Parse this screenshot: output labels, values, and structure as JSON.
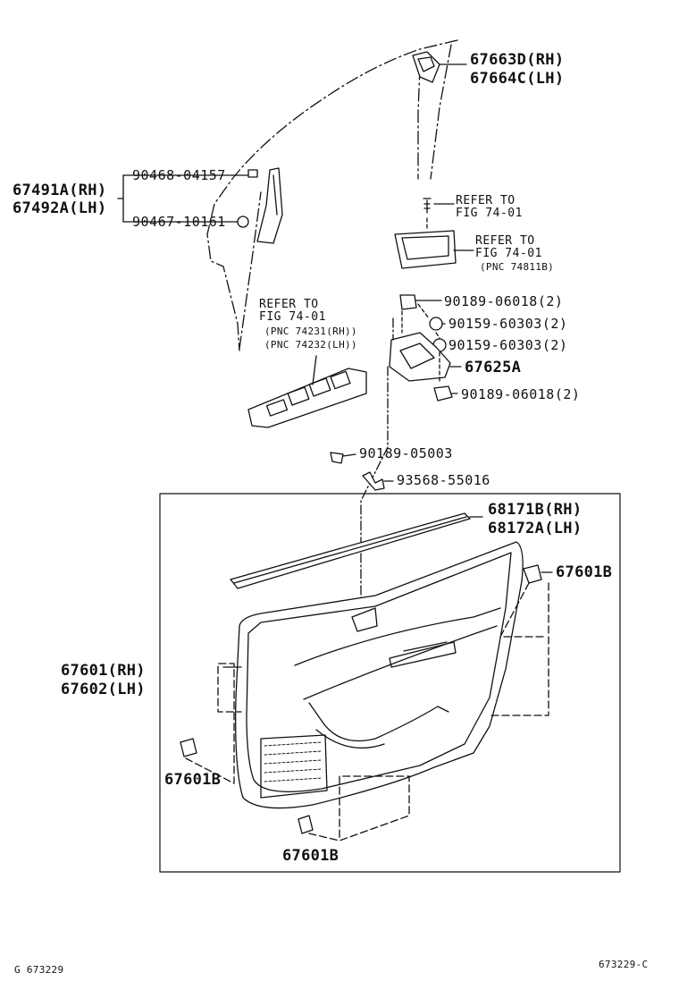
{
  "callouts": {
    "stay_rh": "67663D(RH)",
    "stay_lh": "67664C(LH)",
    "garnish_rh": "67491A(RH)",
    "garnish_lh": "67492A(LH)",
    "screw_top": "90468-04157",
    "clip_bottom": "90467-10161",
    "refer_to_1": "REFER TO",
    "fig_1": "FIG 74-01",
    "refer_to_2": "REFER TO",
    "fig_2": "FIG 74-01",
    "pnc_2": "(PNC 74811B)",
    "refer_to_3": "REFER TO",
    "fig_3": "FIG 74-01",
    "pnc_3a": "(PNC 74231(RH))",
    "pnc_3b": "(PNC 74232(LH))",
    "nut_1": "90189-06018(2)",
    "screw_1": "90159-60303(2)",
    "screw_2": "90159-60303(2)",
    "bracket": "67625A",
    "nut_2": "90189-06018(2)",
    "nut_3": "90189-05003",
    "clip_cap": "93568-55016",
    "weatherstrip_rh": "68171B(RH)",
    "weatherstrip_lh": "68172A(LH)",
    "clip_right": "67601B",
    "board_rh": "67601(RH)",
    "board_lh": "67602(LH)",
    "clip_left": "67601B",
    "clip_bottom_b": "67601B"
  },
  "footer": {
    "left_code": "G 673229",
    "right_code": "673229-C"
  }
}
